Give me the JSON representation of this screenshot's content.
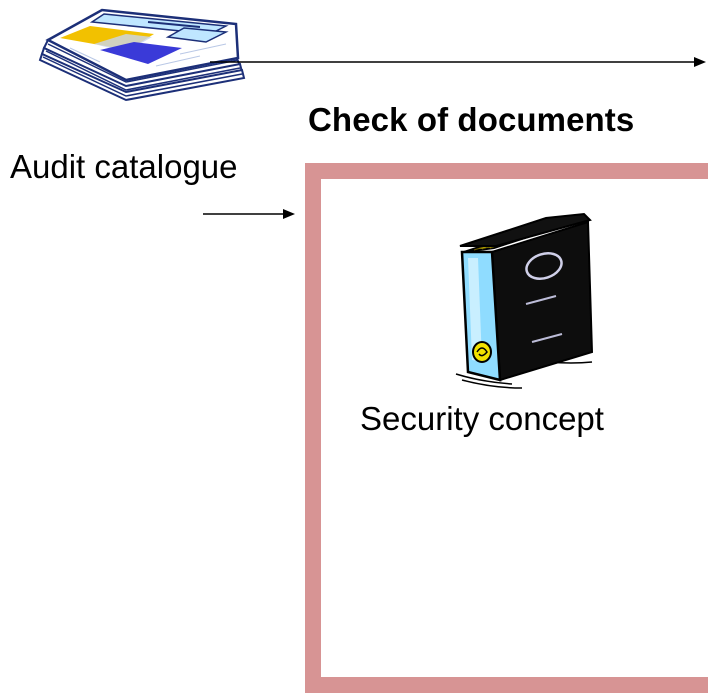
{
  "diagram": {
    "title": "Check of documents",
    "input_label": "Audit catalogue",
    "document_label": "Security concept",
    "icons": {
      "input": "paper-stack-icon",
      "document": "binder-icon"
    },
    "colors": {
      "frame": "#d79494",
      "arrow": "#000000",
      "text": "#000000"
    }
  }
}
